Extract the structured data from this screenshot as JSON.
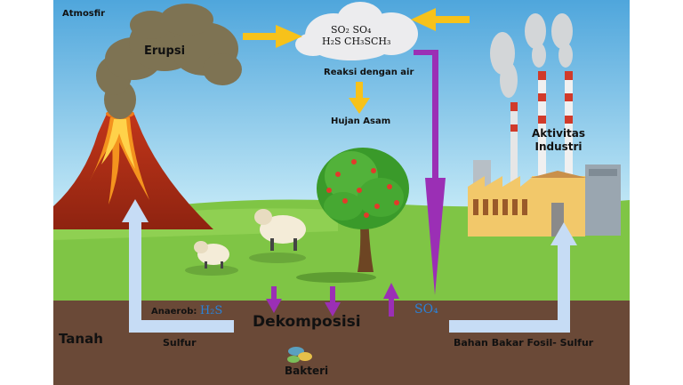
{
  "labels": {
    "atmosphere": "Atmosfir",
    "eruption": "Erupsi",
    "cloud_line1": "SO₂   SO₄",
    "cloud_line2": "H₂S   CH₃SCH₃",
    "water_reaction": "Reaksi dengan air",
    "acid_rain": "Hujan Asam",
    "industry": "Aktivitas\nIndustri",
    "anaerob_prefix": "Anaerob:",
    "h2s": "H₂S",
    "so4": "SO₄",
    "decomposition": "Dekomposisi",
    "soil": "Tanah",
    "sulfur": "Sulfur",
    "fossil_fuel": "Bahan Bakar Fosil- Sulfur",
    "bacteria": "Bakteri"
  },
  "colors": {
    "sky_top": "#5aaee0",
    "sky_bottom": "#bfe6f5",
    "grass": "#7dc244",
    "soil": "#6b4a38",
    "arrow_yellow": "#f7c21a",
    "arrow_purple": "#9b2fb5",
    "arrow_lightblue": "#c6dcf5",
    "lava": "#e8421c",
    "h2s_blue": "#2a82d8"
  }
}
